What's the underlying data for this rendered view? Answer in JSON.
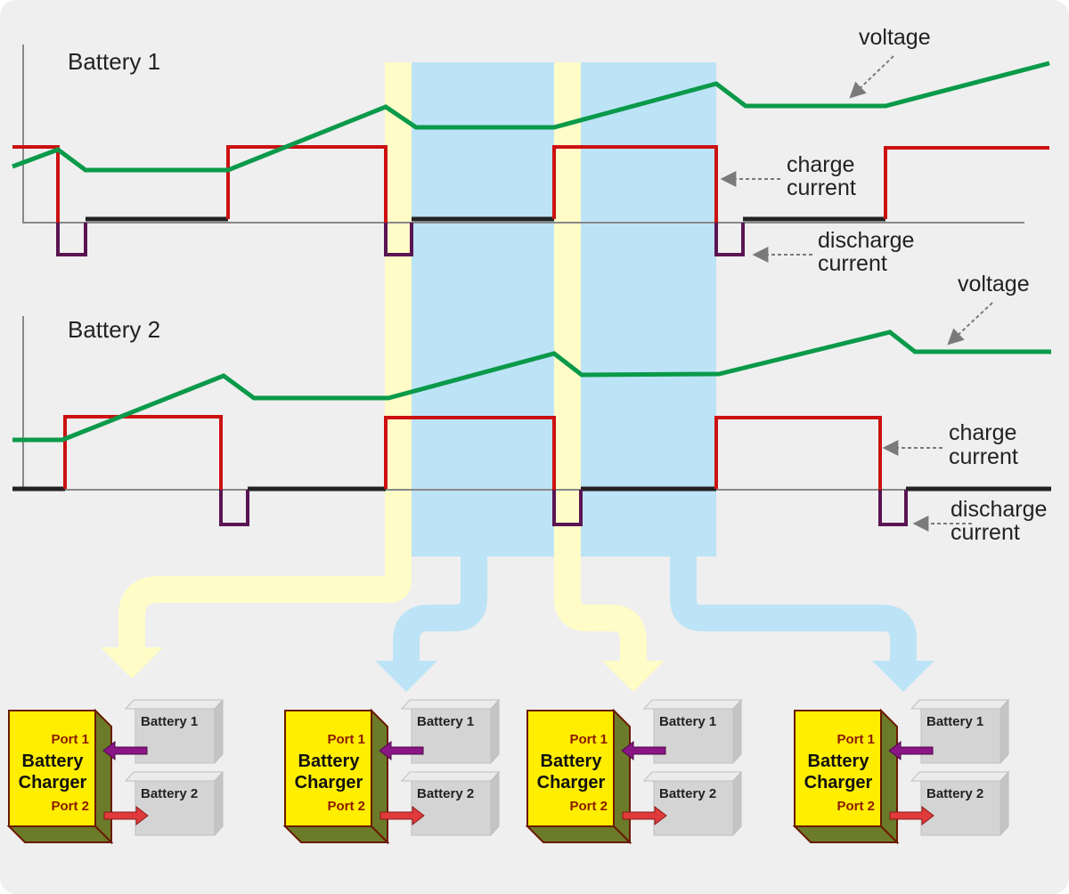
{
  "battery1": {
    "title": "Battery 1",
    "voltage_label": "voltage",
    "charge_label": [
      "charge",
      "current"
    ],
    "discharge_label": [
      "discharge",
      "current"
    ]
  },
  "battery2": {
    "title": "Battery 2",
    "voltage_label": "voltage",
    "charge_label": [
      "charge",
      "current"
    ],
    "discharge_label": [
      "discharge",
      "current"
    ]
  },
  "chargers": [
    {
      "name": [
        "Battery",
        "Charger"
      ],
      "port1": "Port 1",
      "port2": "Port 2",
      "battery1": "Battery 1",
      "battery2": "Battery 2",
      "port1_direction": "discharge",
      "port2_direction": "charge"
    },
    {
      "name": [
        "Battery",
        "Charger"
      ],
      "port1": "Port 1",
      "port2": "Port 2",
      "battery1": "Battery 1",
      "battery2": "Battery 2",
      "port1_direction": "discharge",
      "port2_direction": "charge"
    },
    {
      "name": [
        "Battery",
        "Charger"
      ],
      "port1": "Port 1",
      "port2": "Port 2",
      "battery1": "Battery 1",
      "battery2": "Battery 2",
      "port1_direction": "discharge",
      "port2_direction": "charge"
    },
    {
      "name": [
        "Battery",
        "Charger"
      ],
      "port1": "Port 1",
      "port2": "Port 2",
      "battery1": "Battery 1",
      "battery2": "Battery 2",
      "port1_direction": "discharge",
      "port2_direction": "charge"
    }
  ],
  "colors": {
    "background": "#efefef",
    "voltage": "#0a9a4a",
    "charge": "#cc1111",
    "discharge": "#5a1452",
    "idle": "#222222",
    "axis": "#888888",
    "highlight_yellow": "#fffcc8",
    "highlight_blue": "#bde3f7",
    "charger_face": "#ffee00",
    "charger_side": "#6b7b2a",
    "charger_border": "#6a1a00",
    "battery_box": "#d4d4d4",
    "arrow_port1": "#8a1585",
    "arrow_port2": "#e03a3a"
  }
}
